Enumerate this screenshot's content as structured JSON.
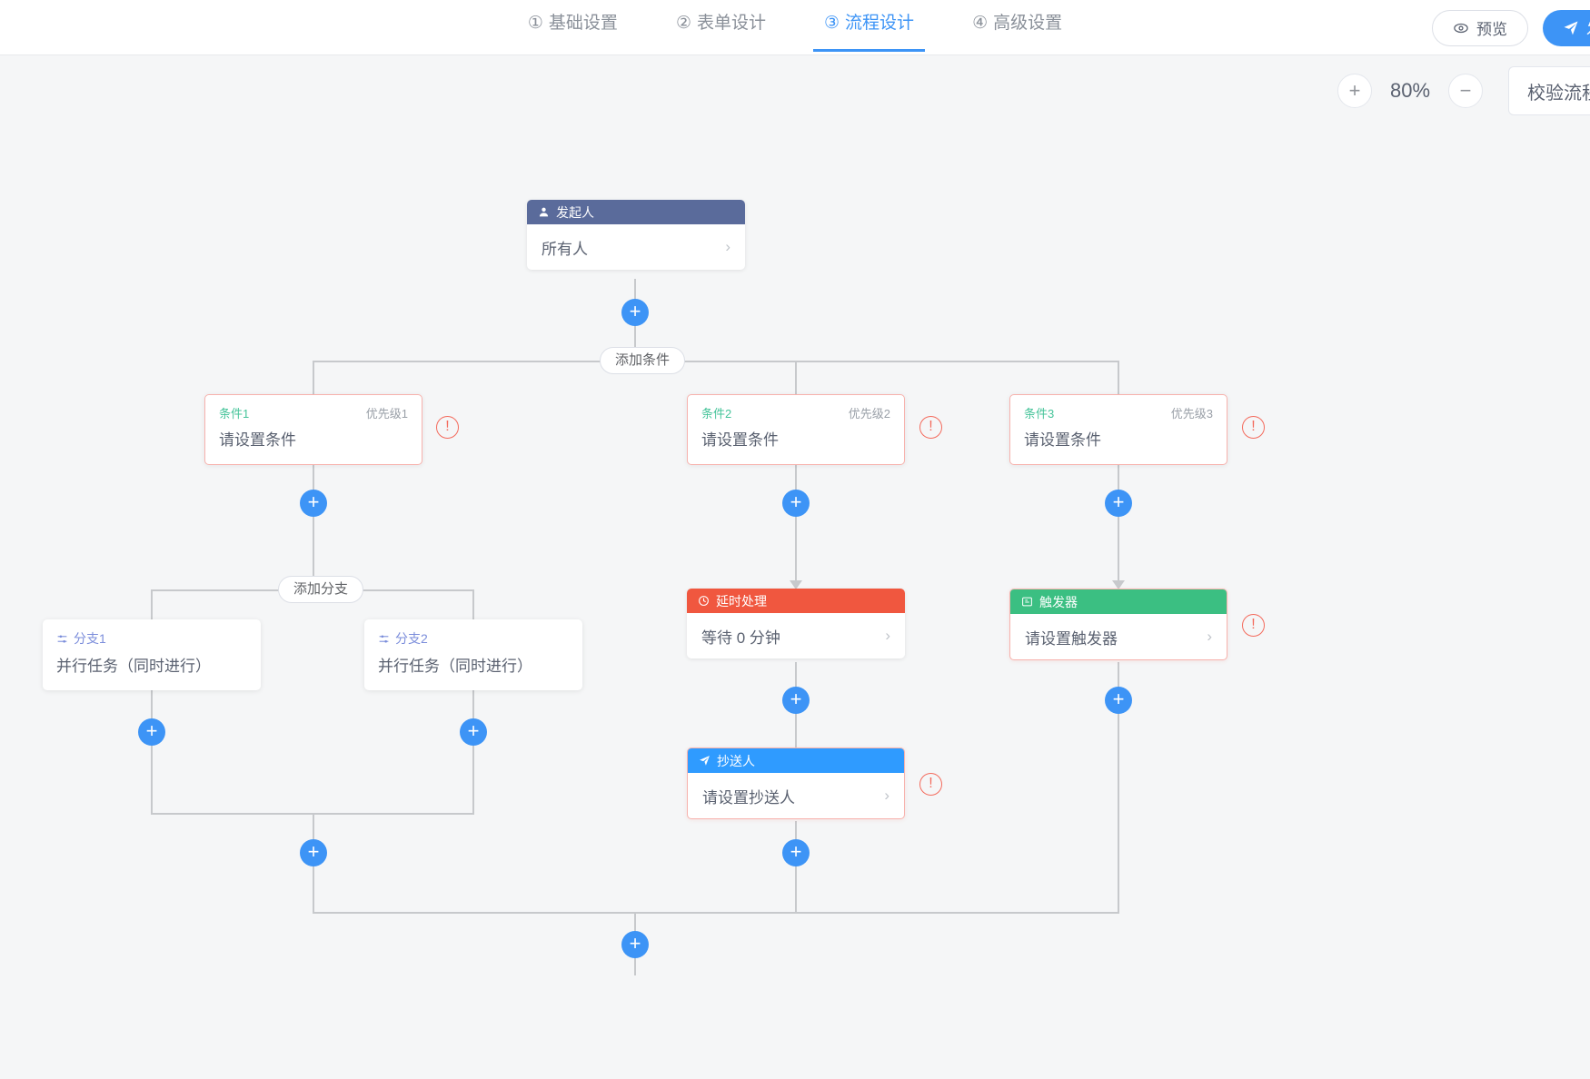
{
  "header": {
    "tabs": [
      {
        "num": "①",
        "label": "基础设置",
        "active": false
      },
      {
        "num": "②",
        "label": "表单设计",
        "active": false
      },
      {
        "num": "③",
        "label": "流程设计",
        "active": true
      },
      {
        "num": "④",
        "label": "高级设置",
        "active": false
      }
    ],
    "preview_label": "预览",
    "publish_label": "发布",
    "preview_icon": "eye-icon",
    "publish_icon": "send-icon"
  },
  "toolbar": {
    "zoom_in_label": "+",
    "zoom_out_label": "−",
    "zoom_value": "80%",
    "validate_label": "校验流程"
  },
  "flow": {
    "initiator": {
      "header": "发起人",
      "icon": "user-icon",
      "value": "所有人",
      "chevron": "›"
    },
    "add_condition_label": "添加条件",
    "add_branch_label": "添加分支",
    "plus_label": "+",
    "error_mark": "!",
    "conditions": [
      {
        "name": "条件1",
        "priority": "优先级1",
        "value": "请设置条件"
      },
      {
        "name": "条件2",
        "priority": "优先级2",
        "value": "请设置条件"
      },
      {
        "name": "条件3",
        "priority": "优先级3",
        "value": "请设置条件"
      }
    ],
    "branches": [
      {
        "name": "分支1",
        "icon": "sliders-icon",
        "value": "并行任务（同时进行）"
      },
      {
        "name": "分支2",
        "icon": "sliders-icon",
        "value": "并行任务（同时进行）"
      }
    ],
    "delay": {
      "header": "延时处理",
      "icon": "clock-icon",
      "value": "等待 0 分钟",
      "chevron": "›"
    },
    "trigger": {
      "header": "触发器",
      "icon": "trigger-icon",
      "value": "请设置触发器",
      "chevron": "›"
    },
    "cc": {
      "header": "抄送人",
      "icon": "send-icon",
      "value": "请设置抄送人",
      "chevron": "›"
    }
  },
  "colors": {
    "accent": "#3d94f6",
    "initiator": "#5a6b9b",
    "delay": "#f0573f",
    "trigger": "#3bbf82",
    "cc": "#2f9bff",
    "error": "#f46b5d",
    "condition_name": "#46c49a",
    "branch_name": "#7b8ddb",
    "line": "#c7c9cc"
  }
}
